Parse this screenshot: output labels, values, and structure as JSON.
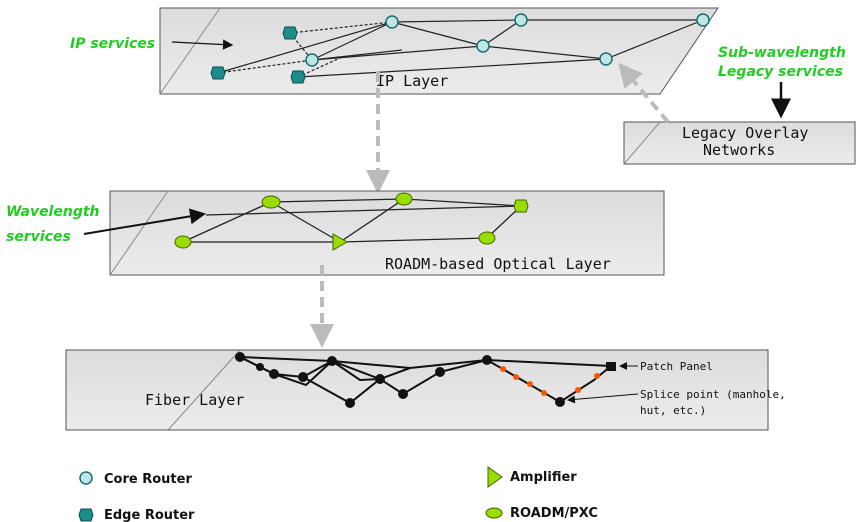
{
  "layers": {
    "ip": "IP Layer",
    "legacy_line1": "Legacy Overlay",
    "legacy_line2": "Networks",
    "optical": "ROADM-based Optical Layer",
    "fiber": "Fiber Layer"
  },
  "services": {
    "ip": "IP services",
    "sub_line1": "Sub-wavelength",
    "sub_line2": "Legacy services",
    "wave_line1": "Wavelength",
    "wave_line2": "services"
  },
  "annotations": {
    "patch_panel": "Patch Panel",
    "splice_line1": "Splice point (manhole,",
    "splice_line2": "hut, etc.)"
  },
  "legend": {
    "core_router": "Core Router",
    "edge_router": "Edge Router",
    "amplifier": "Amplifier",
    "roadm": "ROADM/PXC"
  },
  "colors": {
    "core_router": "#bfe6e6",
    "edge_router": "#1f8c8c",
    "roadm": "#99dd00",
    "amplifier": "#99dd00",
    "splice": "#ff5500",
    "service_text": "#22cc22",
    "plane": "#e2e2e2",
    "interlayer_arrow": "#bbbbbb"
  }
}
